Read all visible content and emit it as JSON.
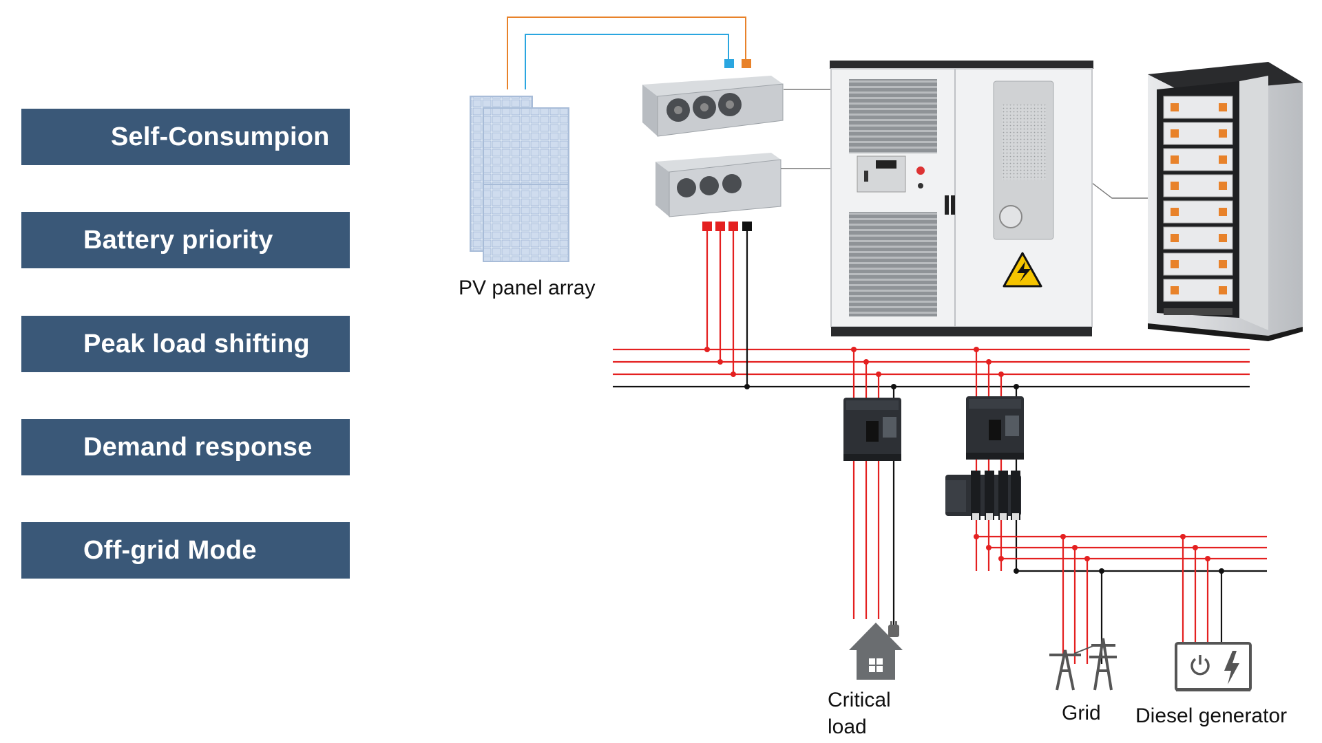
{
  "modes": [
    {
      "label": "Self-Consumpion"
    },
    {
      "label": "Battery priority"
    },
    {
      "label": "Peak load shifting"
    },
    {
      "label": "Demand response"
    },
    {
      "label": "Off-grid Mode"
    }
  ],
  "labels": {
    "pv": "PV panel array",
    "critical_1": "Critical",
    "critical_2": "load",
    "grid": "Grid",
    "diesel": "Diesel generator"
  },
  "colors": {
    "button_bg": "#3a5878",
    "phase_line": "#e42020",
    "neutral_line": "#111111",
    "dc_orange": "#e8822a",
    "dc_blue": "#2aa6e0",
    "warning": "#f5c400"
  },
  "icons": [
    "solar-panel-icon",
    "inverter-icon",
    "cabinet-icon",
    "battery-rack-icon",
    "breaker-icon",
    "transfer-switch-icon",
    "house-icon",
    "plug-icon",
    "transmission-tower-icon",
    "generator-icon",
    "high-voltage-warning-icon"
  ]
}
